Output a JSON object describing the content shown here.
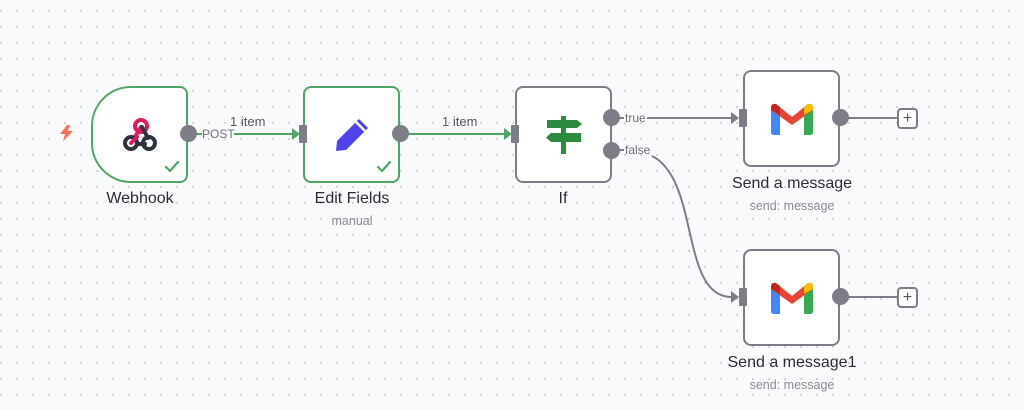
{
  "colors": {
    "success": "#4fa563",
    "neutral_edge": "#7d7d87",
    "trigger_bolt": "#ff6d5a",
    "if_icon": "#2d8b3f",
    "edit_icon": "#5043ee",
    "webhook_pink": "#e2185f",
    "webhook_dark": "#2f3340"
  },
  "trigger_icon": "lightning-bolt-icon",
  "nodes": [
    {
      "id": "webhook",
      "label": "Webhook",
      "subtitle": "",
      "icon": "webhook-icon",
      "status": "success"
    },
    {
      "id": "edit_fields",
      "label": "Edit Fields",
      "subtitle": "manual",
      "icon": "pencil-icon",
      "status": "success"
    },
    {
      "id": "if",
      "label": "If",
      "subtitle": "",
      "icon": "signpost-icon",
      "status": "idle"
    },
    {
      "id": "send_message",
      "label": "Send a message",
      "subtitle": "send: message",
      "icon": "gmail-icon",
      "status": "idle"
    },
    {
      "id": "send_message1",
      "label": "Send a message1",
      "subtitle": "send: message",
      "icon": "gmail-icon",
      "status": "idle"
    }
  ],
  "edges": [
    {
      "from": "webhook",
      "to": "edit_fields",
      "output_label": "POST",
      "items_label": "1 item"
    },
    {
      "from": "edit_fields",
      "to": "if",
      "output_label": "",
      "items_label": "1 item"
    },
    {
      "from": "if",
      "to": "send_message",
      "output_label": "true",
      "items_label": ""
    },
    {
      "from": "if",
      "to": "send_message1",
      "output_label": "false",
      "items_label": ""
    }
  ],
  "add_buttons": [
    {
      "after": "send_message",
      "label": "+"
    },
    {
      "after": "send_message1",
      "label": "+"
    }
  ]
}
